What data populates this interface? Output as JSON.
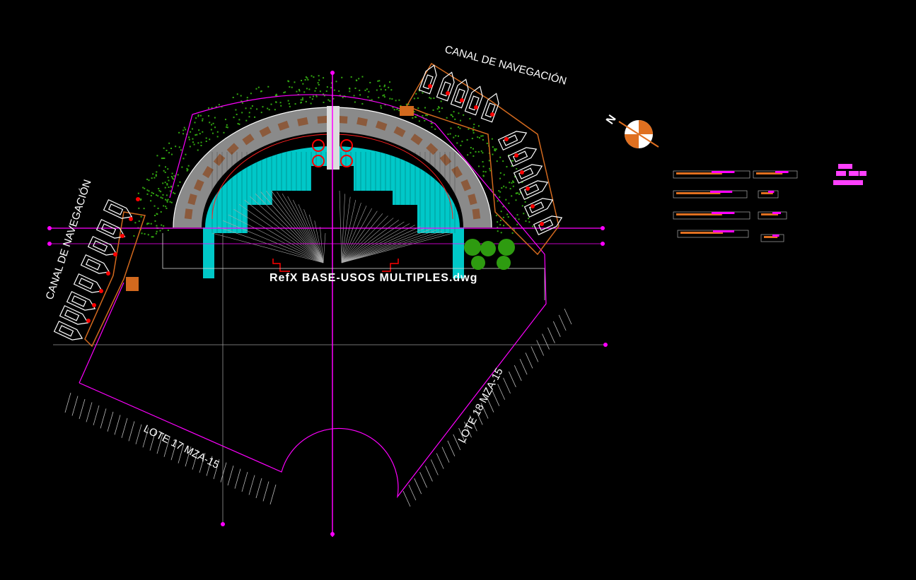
{
  "drawing": {
    "xref_label": "RefX BASE-USOS MULTIPLES.dwg",
    "canal_top": "CANAL DE NAVEGACIÓN",
    "canal_left": "CANAL DE NAVEGACIÓN",
    "lote_left": "LOTE 17 MZA-15",
    "lote_right": "LOTE 18 MZA-15",
    "north_label": "N"
  },
  "colors": {
    "background": "#000000",
    "grid": "#ff00ff",
    "pool": "#00cccc",
    "boats": "#ffffff",
    "dock": "#d2691e",
    "vegetation": "#33aa11",
    "paving": "#8a8a8a",
    "planters": "#8b5a3c",
    "markers": "#ff0000"
  }
}
